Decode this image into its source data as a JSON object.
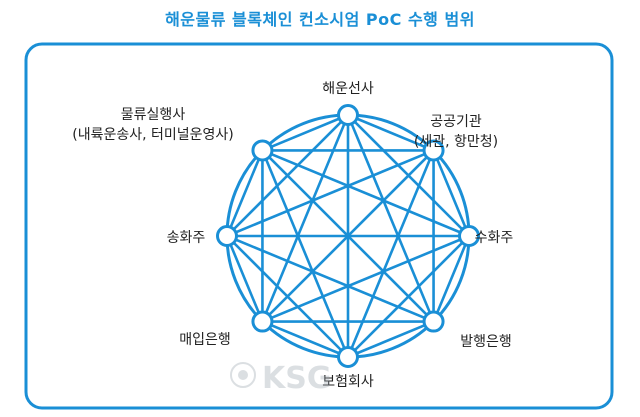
{
  "title": "해운물류 블록체인 컨소시엄 PoC 수행 범위",
  "colors": {
    "accent": "#1a8fd6",
    "text": "#222222",
    "frame": "#1a8fd6"
  },
  "nodes": [
    {
      "id": "shipping",
      "lines": [
        "해운선사"
      ]
    },
    {
      "id": "public",
      "lines": [
        "공공기관",
        "(세관, 항만청)"
      ]
    },
    {
      "id": "consignee",
      "lines": [
        "수화주"
      ]
    },
    {
      "id": "issuing-bank",
      "lines": [
        "발행은행"
      ]
    },
    {
      "id": "insurance",
      "lines": [
        "보험회사"
      ]
    },
    {
      "id": "purchasing-bank",
      "lines": [
        "매입은행"
      ]
    },
    {
      "id": "shipper",
      "lines": [
        "송화주"
      ]
    },
    {
      "id": "logistics",
      "lines": [
        "물류실행사",
        "(내륙운송사, 터미널운영사)"
      ]
    }
  ],
  "watermark": "KSG"
}
